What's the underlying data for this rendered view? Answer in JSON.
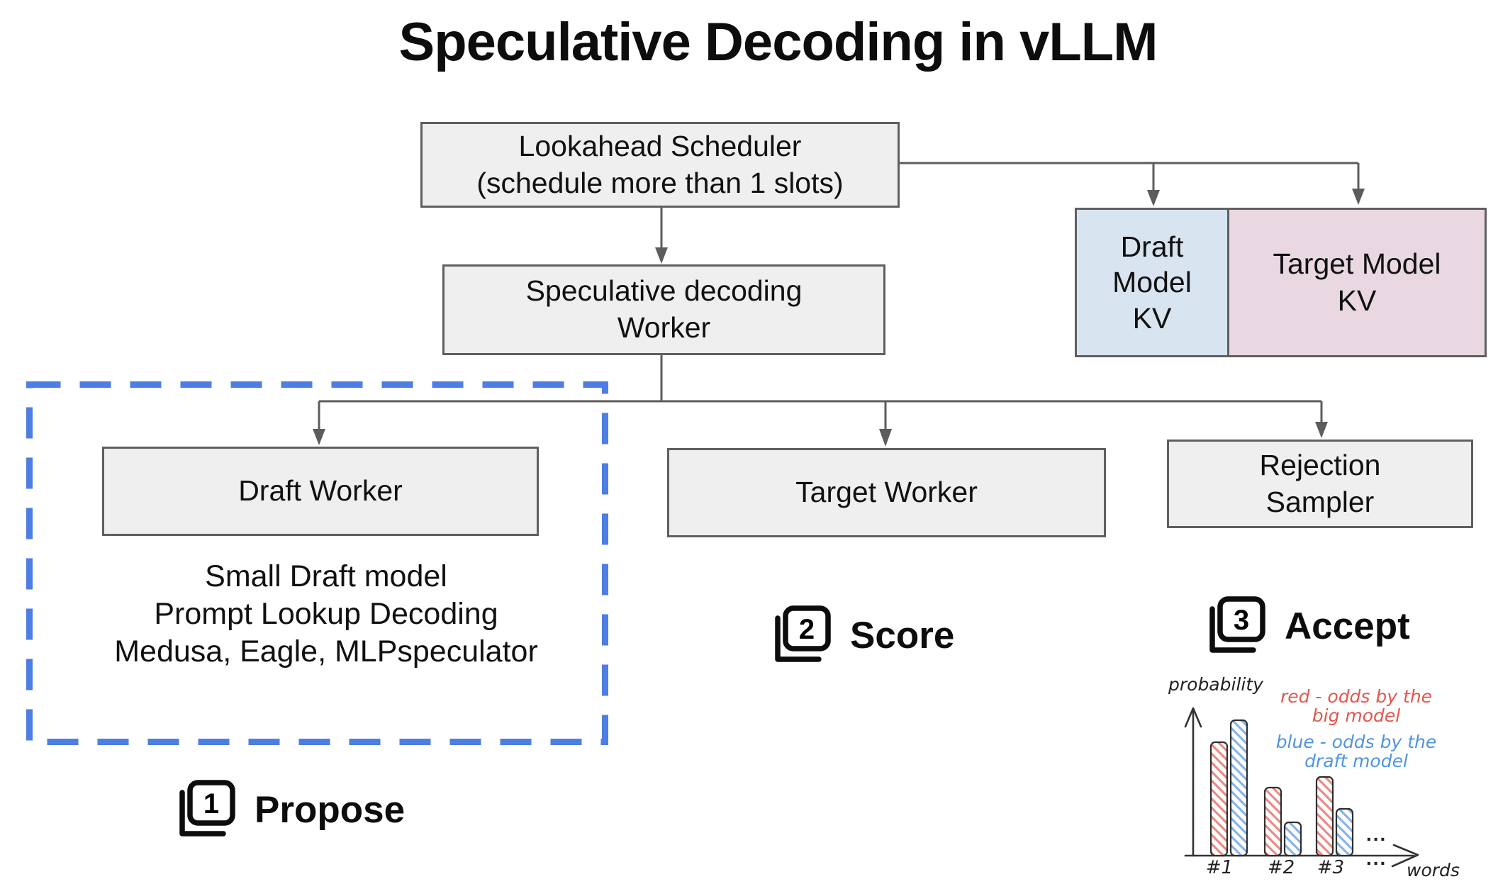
{
  "title": "Speculative Decoding in vLLM",
  "nodes": {
    "scheduler": {
      "line1": "Lookahead Scheduler",
      "line2": "(schedule more than 1 slots)"
    },
    "spec_worker": {
      "line1": "Speculative decoding",
      "line2": "Worker"
    },
    "draft_kv": {
      "lines": [
        "Draft",
        "Model",
        "KV"
      ]
    },
    "target_kv": {
      "lines": [
        "Target Model",
        "KV"
      ]
    },
    "draft_worker": {
      "label": "Draft Worker"
    },
    "target_worker": {
      "label": "Target Worker"
    },
    "rejection_sampler": {
      "lines": [
        "Rejection",
        "Sampler"
      ]
    }
  },
  "draft_methods": {
    "lines": [
      "Small Draft model",
      "Prompt Lookup Decoding",
      "Medusa, Eagle, MLPspeculator"
    ]
  },
  "steps": [
    {
      "number": "1",
      "label": "Propose"
    },
    {
      "number": "2",
      "label": "Score"
    },
    {
      "number": "3",
      "label": "Accept"
    }
  ],
  "colors": {
    "ink": "#1a1a1a",
    "node_fill": "#efefef",
    "node_border": "#5f5f5f",
    "line_gray": "#5c5c5c",
    "draft_kv_fill": "#d9e4f1",
    "target_kv_fill": "#e9d8e1",
    "dash_blue": "#4d7ee3",
    "hand_red": "#e2574e",
    "hand_blue": "#4f94e0"
  },
  "chart_data": {
    "type": "bar",
    "title": "",
    "xlabel": "words",
    "ylabel": "probability",
    "categories": [
      "#1",
      "#2",
      "#3"
    ],
    "series": [
      {
        "name": "red - odds by the big model",
        "color": "#e2574e",
        "values": [
          0.78,
          0.47,
          0.54
        ]
      },
      {
        "name": "blue - odds by the draft model",
        "color": "#5b9bd8",
        "values": [
          0.93,
          0.23,
          0.32
        ]
      }
    ],
    "legend": {
      "red_line1": "red - odds by the",
      "red_line2": "big model",
      "blue_line1": "blue - odds by the",
      "blue_line2": "draft model"
    },
    "ellipsis": "...",
    "ylim": [
      0,
      1
    ],
    "grid": false,
    "legend_position": "top-right",
    "note": "hatched hand-drawn bars; red = big model odds, blue = draft model odds per word position"
  }
}
